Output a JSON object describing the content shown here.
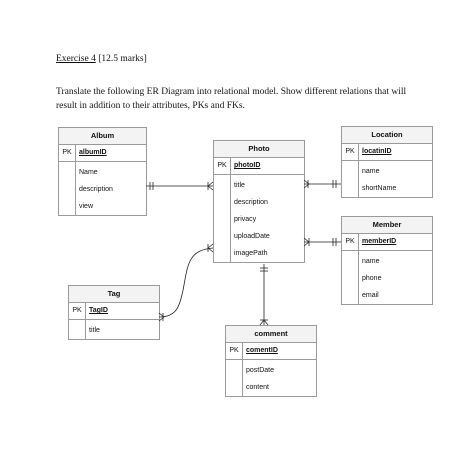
{
  "exercise": {
    "title": "Exercise 4",
    "marks": " [12.5 marks]"
  },
  "instructions": "Translate the following ER Diagram into relational model. Show different relations that will result in addition to their attributes, PKs and FKs.",
  "entities": {
    "album": {
      "name": "Album",
      "pk_label": "PK",
      "pk": "albumID",
      "attributes": [
        "Name",
        "description",
        "view"
      ]
    },
    "photo": {
      "name": "Photo",
      "pk_label": "PK",
      "pk": "photoID",
      "attributes": [
        "title",
        "description",
        "privacy",
        "uploadDate",
        "imagePath"
      ]
    },
    "location": {
      "name": "Location",
      "pk_label": "PK",
      "pk": "locatinID",
      "attributes": [
        "name",
        "shortName"
      ]
    },
    "member": {
      "name": "Member",
      "pk_label": "PK",
      "pk": "memberID",
      "attributes": [
        "name",
        "phone",
        "email"
      ]
    },
    "tag": {
      "name": "Tag",
      "pk_label": "PK",
      "pk": "TagID",
      "attributes": [
        "title"
      ]
    },
    "comment": {
      "name": "comment",
      "pk_label": "PK",
      "pk": "comentID",
      "attributes": [
        "postDate",
        "content"
      ]
    }
  }
}
